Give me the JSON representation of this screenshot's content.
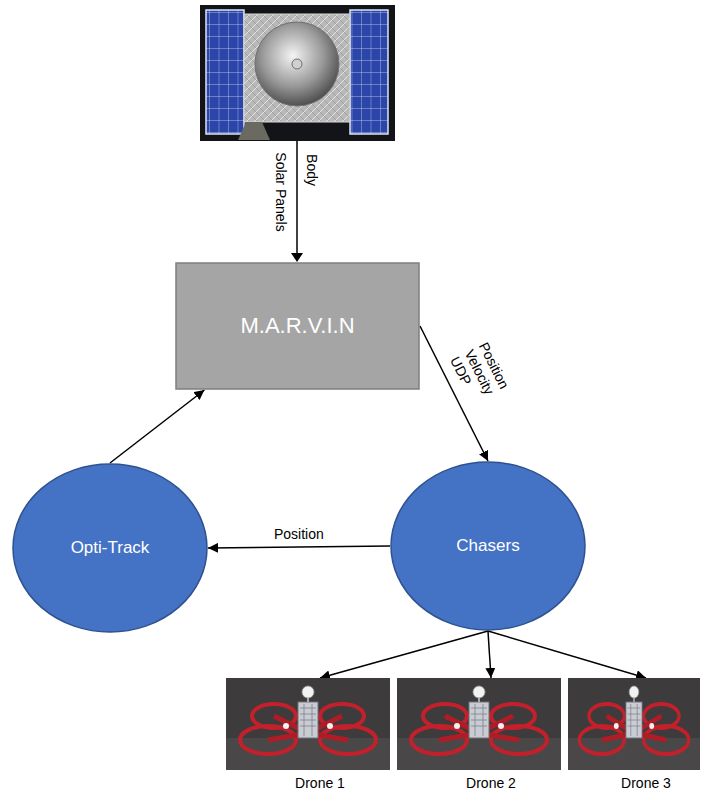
{
  "diagram": {
    "nodes": [
      {
        "text": [
          "M.A.R.V.I.N"
        ]
      },
      {
        "text": [
          "Opti-Track"
        ]
      },
      {
        "text": [
          "Chasers"
        ]
      },
      {
        "text": [
          "Drone 1"
        ]
      },
      {
        "text": [
          "Drone 2"
        ]
      },
      {
        "text": [
          "Drone 3"
        ]
      }
    ],
    "edges": [
      {
        "from": 1,
        "to": 0,
        "arrow": "to"
      },
      {
        "from": 0,
        "to": 2,
        "label": "Position Velocity UDP",
        "arrow": "to"
      },
      {
        "from": 2,
        "to": 1,
        "label": "Position",
        "arrow": "to"
      },
      {
        "from": 2,
        "to": 3,
        "arrow": "to"
      },
      {
        "from": 2,
        "to": 4,
        "arrow": "to"
      },
      {
        "from": 2,
        "to": 5,
        "arrow": "to"
      }
    ],
    "labels": [
      "Body",
      "Solar Panels"
    ]
  }
}
